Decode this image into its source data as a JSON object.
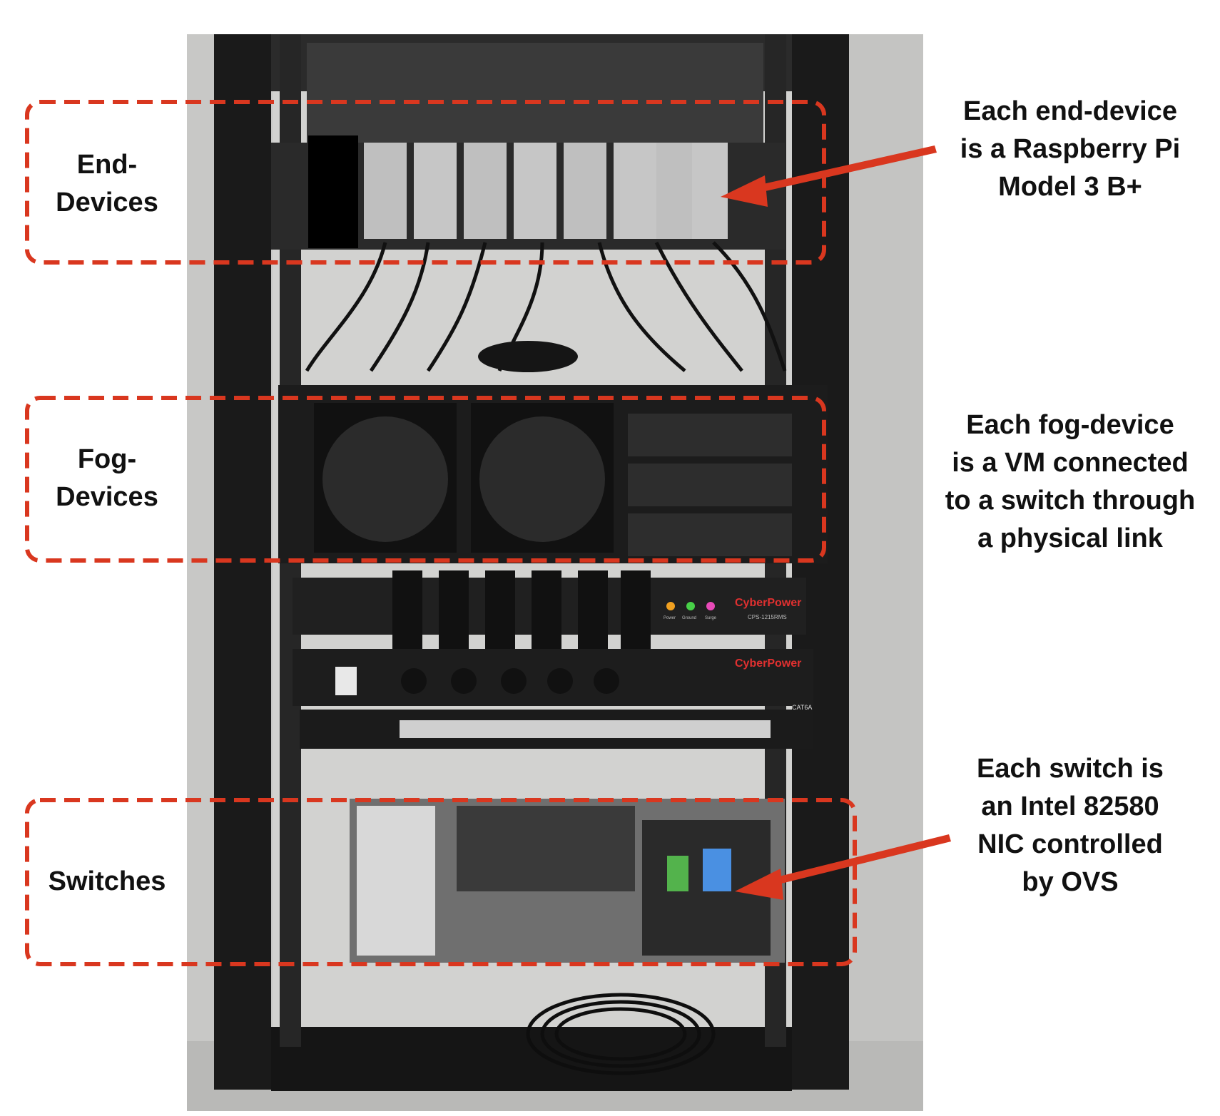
{
  "colors": {
    "accent": "#d9371f",
    "rack": "#1a1a1a",
    "floor": "#cfcfcf",
    "text": "#111111"
  },
  "groups": {
    "end_devices": {
      "label_lines": [
        "End-",
        "Devices"
      ]
    },
    "fog_devices": {
      "label_lines": [
        "Fog-",
        "Devices"
      ]
    },
    "switches": {
      "label_lines": [
        "Switches"
      ]
    }
  },
  "annotations": {
    "end_device": {
      "lines": [
        "Each end-device",
        "is a Raspberry Pi",
        "Model 3 B+"
      ]
    },
    "fog_device": {
      "lines": [
        "Each fog-device",
        "is a VM connected",
        "to a switch through",
        "a physical link"
      ]
    },
    "switch": {
      "lines": [
        "Each switch is",
        "an Intel 82580",
        "NIC controlled",
        "by OVS"
      ]
    }
  },
  "equipment_text": {
    "pdu_brand_1": "CyberPower",
    "pdu_model_1": "CPS-1215RMS",
    "pdu_led_labels": [
      "Power",
      "Ground",
      "Surge"
    ],
    "pdu_brand_2": "CyberPower",
    "patch_panel": "CAT6A"
  }
}
